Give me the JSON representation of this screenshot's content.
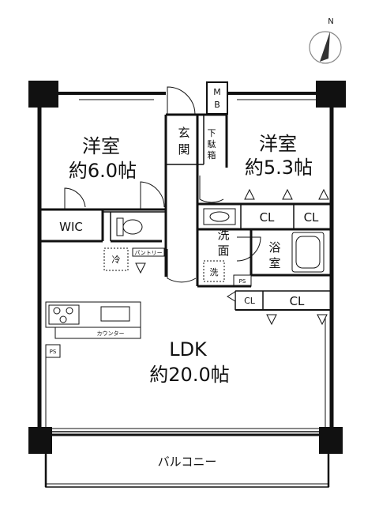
{
  "compass": {
    "north": "N"
  },
  "rooms": {
    "western_1": {
      "name": "洋室",
      "size": "約6.0帖"
    },
    "western_2": {
      "name": "洋室",
      "size": "約5.3帖"
    },
    "ldk": {
      "name": "LDK",
      "size": "約20.0帖"
    },
    "entrance": {
      "line1": "玄",
      "line2": "関"
    },
    "shoe_box": {
      "line1": "下",
      "line2": "駄",
      "line3": "箱"
    },
    "meter_box": {
      "line1": "M",
      "line2": "B"
    },
    "washroom": {
      "line1": "洗",
      "line2": "面"
    },
    "bathroom": {
      "line1": "浴",
      "line2": "室"
    },
    "balcony": "バルコニー"
  },
  "labels": {
    "wic": "WIC",
    "cl": "CL",
    "ps": "PS",
    "fridge": "冷",
    "washer": "洗",
    "pantry": "パントリー",
    "counter": "カウンター"
  }
}
